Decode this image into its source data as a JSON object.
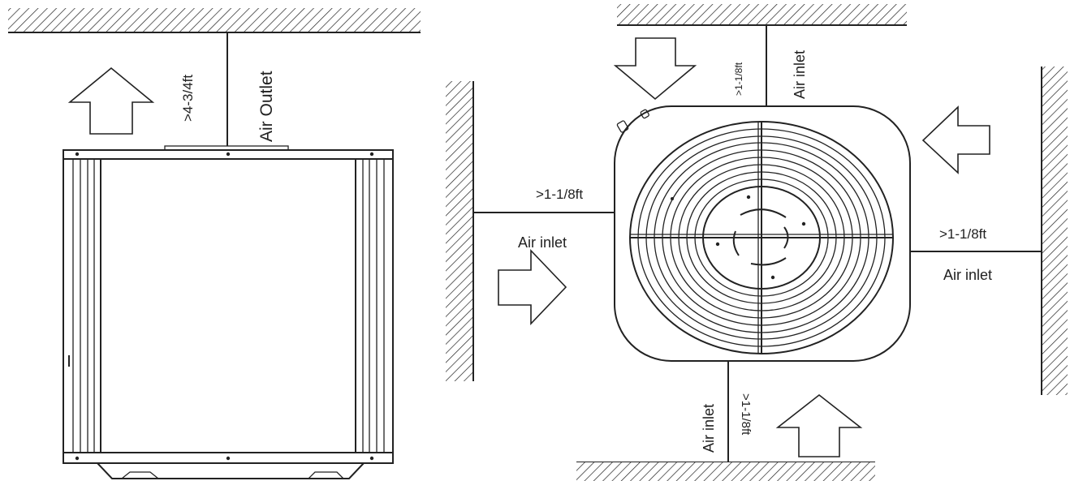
{
  "side_view": {
    "clearance_label": ">4-3/4ft",
    "airflow_label": "Air Outlet"
  },
  "top_view": {
    "top_clearance_label": ">1-1/8ft",
    "top_airflow_label": "Air inlet",
    "left_clearance_label": ">1-1/8ft",
    "left_airflow_label": "Air inlet",
    "right_clearance_label": ">1-1/8ft",
    "right_airflow_label": "Air inlet",
    "bottom_clearance_label": ">1-1/8ft",
    "bottom_airflow_label": "Air inlet"
  },
  "colors": {
    "line": "#222222",
    "background": "#ffffff"
  }
}
